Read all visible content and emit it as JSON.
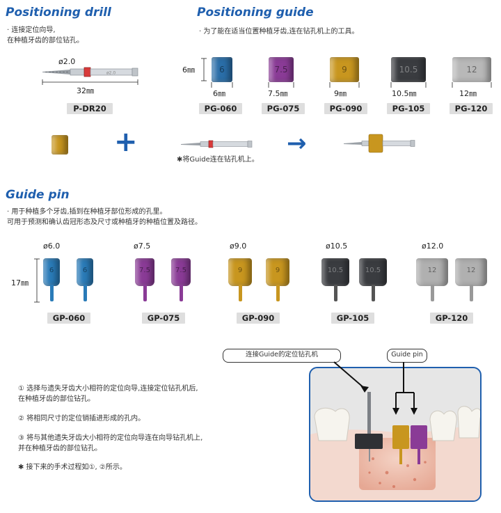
{
  "drill": {
    "title": "Positioning drill",
    "note1": "· 连接定位向导,",
    "note2": "  在种植牙齿的部位钻孔。",
    "diameter": "ø2.0",
    "length": "32㎜",
    "code": "P-DR20"
  },
  "guide": {
    "title": "Positioning guide",
    "note": "· 为了能在适当位置种植牙齿,连在钻孔机上的工具。",
    "height": "6㎜",
    "items": [
      {
        "mark": "6",
        "size": "6㎜",
        "code": "PG-060",
        "color": "#2a6ea8"
      },
      {
        "mark": "7.5",
        "size": "7.5㎜",
        "code": "PG-075",
        "color": "#8a3b96"
      },
      {
        "mark": "9",
        "size": "9㎜",
        "code": "PG-090",
        "color": "#c8961f"
      },
      {
        "mark": "10.5",
        "size": "10.5㎜",
        "code": "PG-105",
        "color": "#3a3c40"
      },
      {
        "mark": "12",
        "size": "12㎜",
        "code": "PG-120",
        "color": "#b8b8b8"
      }
    ]
  },
  "assembly": {
    "plus": "+",
    "arrow": "→",
    "note": "✱将Guide连在钻孔机上。"
  },
  "pin": {
    "title": "Guide pin",
    "note1": "· 用于种植多个牙齿,插到在种植牙部位形成的孔里。",
    "note2": "  可用于预测和确认齿冠形态及尺寸或种植牙的种植位置及路径。",
    "height": "17㎜",
    "items": [
      {
        "diameter": "ø6.0",
        "mark": "6",
        "code": "GP-060",
        "color": "#2a7bb8"
      },
      {
        "diameter": "ø7.5",
        "mark": "7.5",
        "code": "GP-075",
        "color": "#8a3b96"
      },
      {
        "diameter": "ø9.0",
        "mark": "9",
        "code": "GP-090",
        "color": "#c8961f"
      },
      {
        "diameter": "ø10.5",
        "mark": "10.5",
        "code": "GP-105",
        "color": "#3a3c40"
      },
      {
        "diameter": "ø12.0",
        "mark": "12",
        "code": "GP-120",
        "color": "#b0b0b0"
      }
    ]
  },
  "steps": [
    "① 选择与遗失牙齿大小相符的定位向导,连接定位钻孔机后,",
    "   在种植牙齿的部位钻孔。",
    "② 将相同尺寸的定位销插进形成的孔内。",
    "③ 将与其他遗失牙齿大小相符的定位向导连在向导钻孔机上,",
    "   并在种植牙齿的部位钻孔。",
    "✱ 接下来的手术过程如①, ②所示。"
  ],
  "callouts": {
    "guide_drill": "连接Guide的定位钻孔机",
    "guide_pin": "Guide pin"
  }
}
